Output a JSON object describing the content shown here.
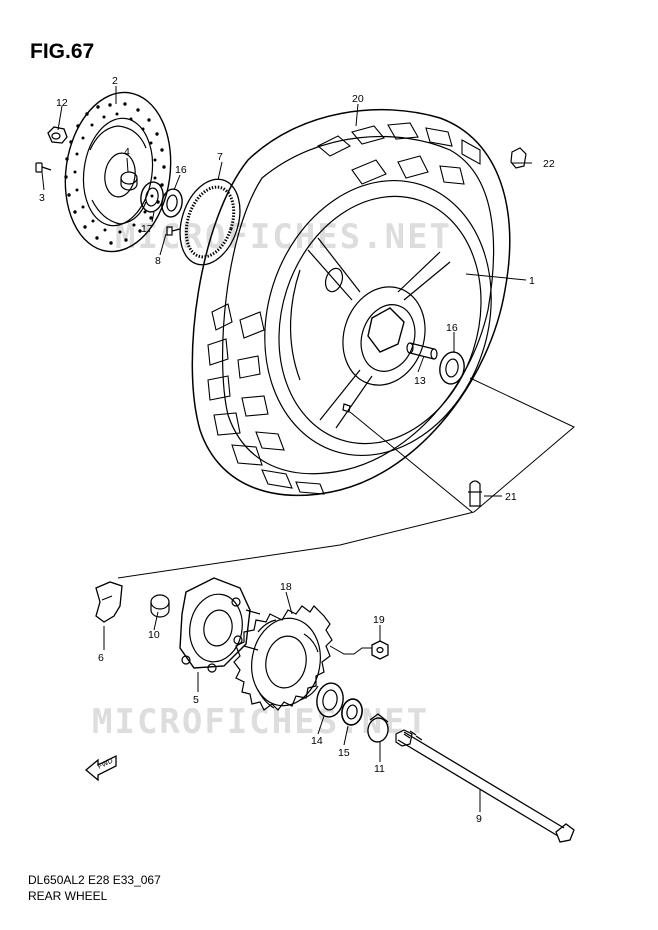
{
  "figure": {
    "title": "FIG.67",
    "code": "DL650AL2 E28 E33_067",
    "caption": "REAR WHEEL"
  },
  "watermark": {
    "text": "MICROFICHES.NET"
  },
  "fwd_label": "FWD",
  "callouts": {
    "c1": "1",
    "c2": "2",
    "c3": "3",
    "c4": "4",
    "c5": "5",
    "c6": "6",
    "c7": "7",
    "c8": "8",
    "c9": "9",
    "c10": "10",
    "c11": "11",
    "c12": "12",
    "c13": "13",
    "c14": "14",
    "c15": "15",
    "c16a": "16",
    "c16b": "16",
    "c17": "17",
    "c18": "18",
    "c19": "19",
    "c20": "20",
    "c21": "21",
    "c22": "22"
  },
  "colors": {
    "line": "#000000",
    "watermark": "#d9d9d9",
    "background": "#ffffff"
  }
}
